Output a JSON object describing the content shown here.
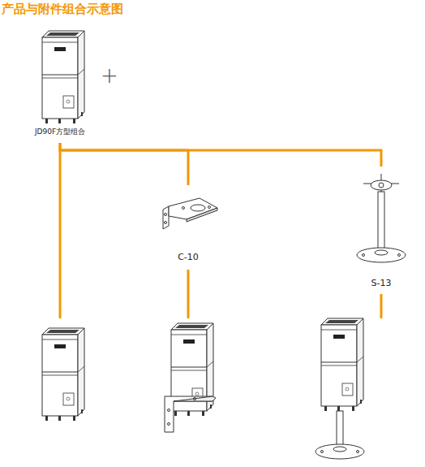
{
  "diagram": {
    "title": "产品与附件组合示意图",
    "nodes": [
      {
        "text": [
          "JD90F方型组合"
        ]
      },
      {
        "text": [
          "C-10"
        ]
      },
      {
        "text": [
          "S-13"
        ]
      }
    ],
    "edges": [
      {
        "from": 0,
        "to": 1,
        "arrow": "none"
      },
      {
        "from": 0,
        "to": 2,
        "arrow": "none"
      }
    ],
    "labels": [
      "+"
    ]
  }
}
